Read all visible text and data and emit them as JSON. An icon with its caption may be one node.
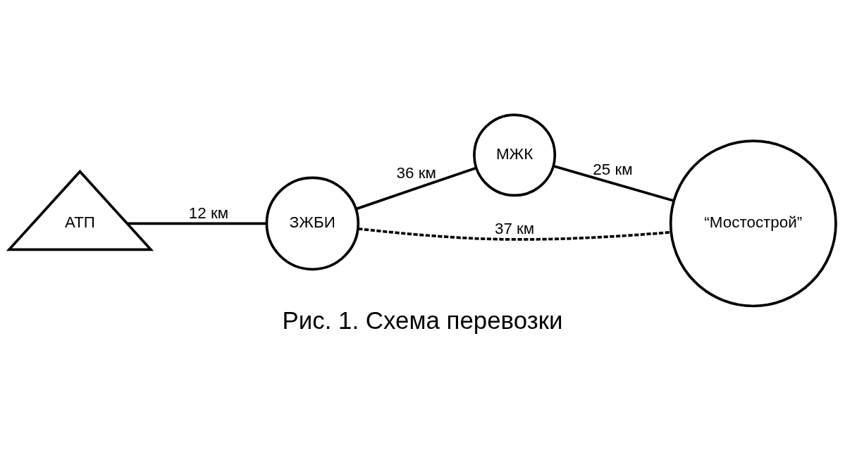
{
  "diagram": {
    "caption": "Рис. 1. Схема перевозки",
    "nodes": [
      {
        "text": [
          "АТП"
        ]
      },
      {
        "text": [
          "ЗЖБИ"
        ]
      },
      {
        "text": [
          "МЖК"
        ]
      },
      {
        "text": [
          "“Мостострой”"
        ]
      }
    ],
    "edges": [
      {
        "from": 0,
        "to": 1,
        "arrow": "none",
        "label": "12 км"
      },
      {
        "from": 1,
        "to": 2,
        "arrow": "none",
        "label": "36 км"
      },
      {
        "from": 1,
        "to": 3,
        "arrow": "none",
        "label": "37 км",
        "style": "dashed"
      },
      {
        "from": 2,
        "to": 3,
        "arrow": "none",
        "label": "25 км"
      }
    ]
  }
}
